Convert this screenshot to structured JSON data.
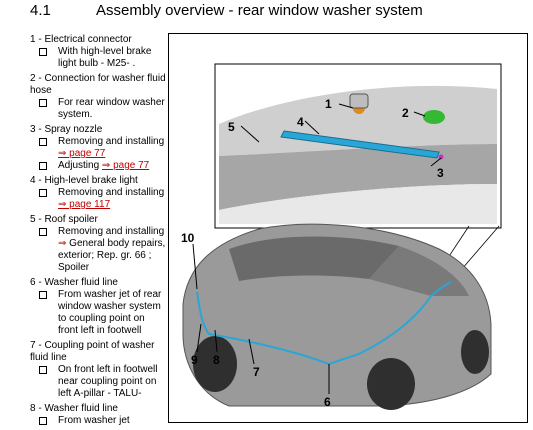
{
  "header": {
    "section": "4.1",
    "title": "Assembly overview - rear window washer system"
  },
  "legend": [
    {
      "label": "1 - Electrical connector",
      "subs": [
        {
          "parts": [
            {
              "t": "text",
              "v": "With high-level brake light bulb - M25- ."
            }
          ]
        }
      ]
    },
    {
      "label": "2 - Connection for washer fluid hose",
      "subs": [
        {
          "parts": [
            {
              "t": "text",
              "v": "For rear window washer system."
            }
          ]
        }
      ]
    },
    {
      "label": "3 - Spray nozzle",
      "subs": [
        {
          "parts": [
            {
              "t": "text",
              "v": "Removing and installing "
            },
            {
              "t": "link",
              "v": "⇒ page 77"
            }
          ]
        },
        {
          "parts": [
            {
              "t": "text",
              "v": "Adjusting "
            },
            {
              "t": "link",
              "v": "⇒ page 77"
            }
          ]
        }
      ]
    },
    {
      "label": "4 - High-level brake light",
      "subs": [
        {
          "parts": [
            {
              "t": "text",
              "v": "Removing and installing "
            },
            {
              "t": "link",
              "v": "⇒ page 117"
            }
          ]
        }
      ]
    },
    {
      "label": "5 - Roof spoiler",
      "subs": [
        {
          "parts": [
            {
              "t": "text",
              "v": "Removing and installing "
            },
            {
              "t": "arrow",
              "v": "⇒"
            },
            {
              "t": "text",
              "v": " General body repairs, exterior; Rep. gr.  66 ; Spoiler"
            }
          ]
        }
      ]
    },
    {
      "label": "6 - Washer fluid line",
      "subs": [
        {
          "parts": [
            {
              "t": "text",
              "v": "From washer jet of rear window washer system to coupling point on front left in footwell"
            }
          ]
        }
      ]
    },
    {
      "label": "7 - Coupling point of washer fluid line",
      "subs": [
        {
          "parts": [
            {
              "t": "text",
              "v": "On front left in footwell near coupling point on left A-pillar - TALU-"
            }
          ]
        }
      ]
    },
    {
      "label": "8 - Washer fluid line",
      "subs": [
        {
          "parts": [
            {
              "t": "text",
              "v": "From washer jet"
            }
          ]
        }
      ]
    }
  ],
  "figure": {
    "callouts": [
      "1",
      "2",
      "3",
      "4",
      "5",
      "6",
      "7",
      "8",
      "9",
      "10"
    ],
    "colors": {
      "pipe": "#2aa6d6",
      "nozzle": "#35b935",
      "connector": "#e08a1a",
      "body": "#8e8e8e"
    }
  }
}
